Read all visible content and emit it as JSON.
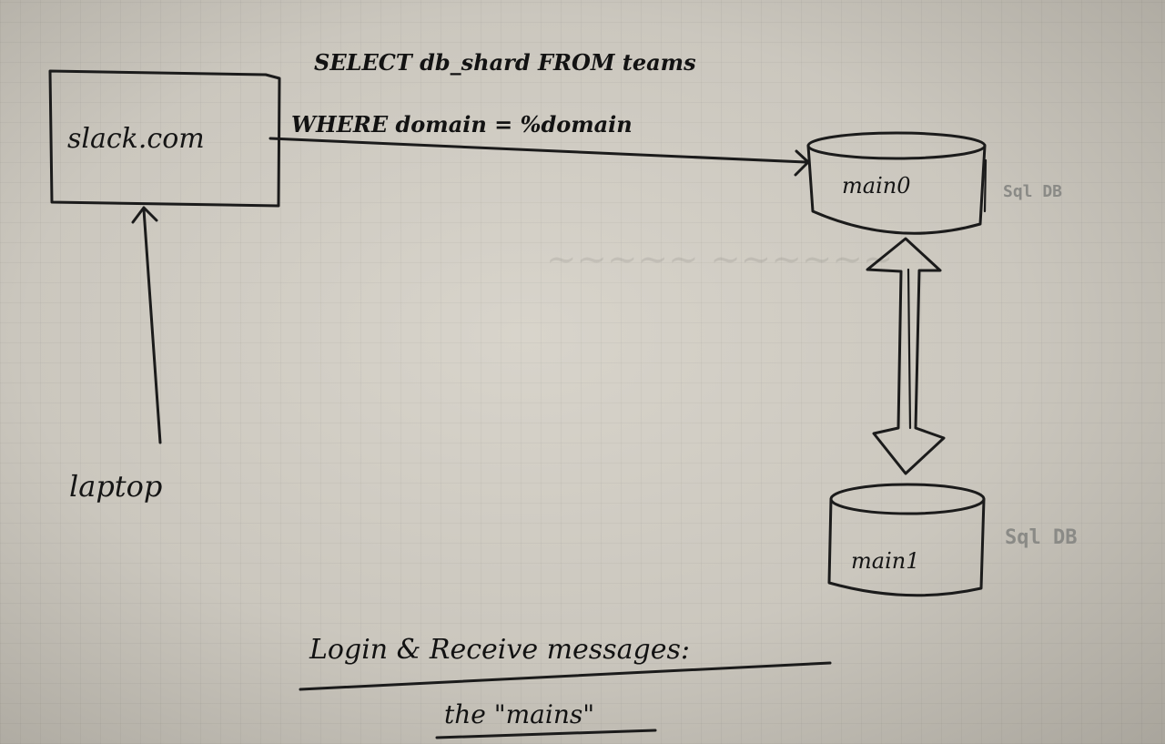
{
  "nodes": {
    "web": "slack.com",
    "client": "laptop",
    "db_primary": "main0",
    "db_replica": "main1"
  },
  "db_type_labels": [
    "Sql DB",
    "Sql DB"
  ],
  "query": {
    "line1": "SELECT db_shard FROM teams",
    "line2": "WHERE domain = %domain"
  },
  "caption": {
    "title": "Login & Receive messages:",
    "subtitle": "the \"mains\""
  },
  "colors": {
    "ink": "#1b1b1b",
    "paper": "#cbc7be",
    "pencil": "#8a8a86"
  }
}
